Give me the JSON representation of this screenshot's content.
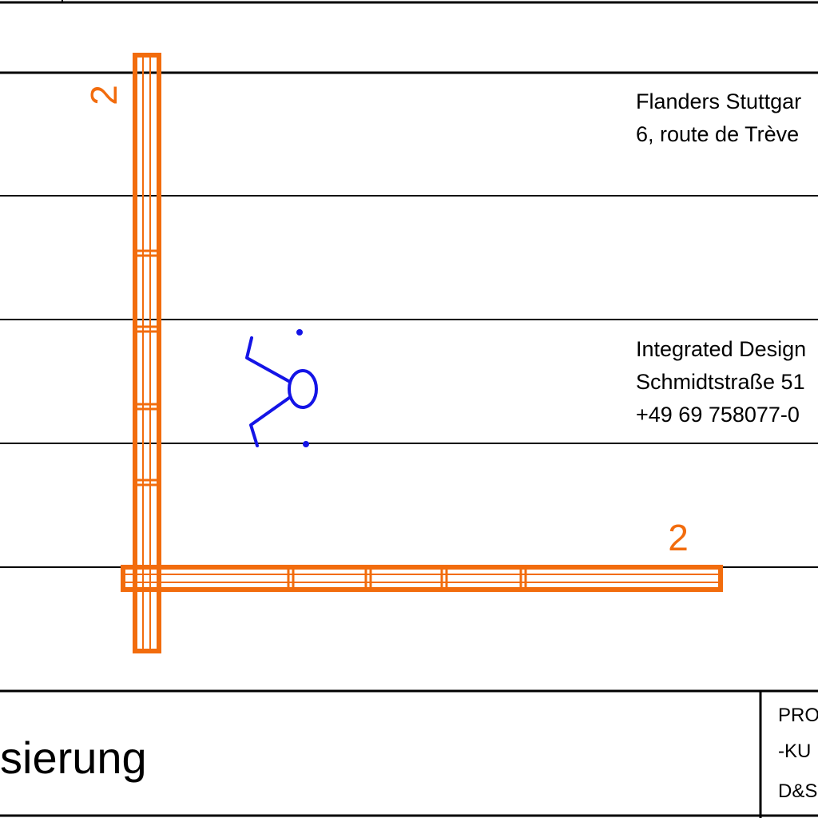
{
  "address_block_1": {
    "line1": "Flanders Stuttgar",
    "line2": "6, route de Trève"
  },
  "address_block_2": {
    "line1": "Integrated Design",
    "line2": "Schmidtstraße 51",
    "line3": "+49 69 758077-0"
  },
  "dimension_labels": {
    "vertical": "2",
    "horizontal": "2"
  },
  "title_block": {
    "title_fragment": "sierung",
    "field_1": "PRO",
    "field_2": "-KU",
    "field_3": "D&S"
  },
  "colors": {
    "line": "#000000",
    "element": "#f26c0d",
    "annotation": "#1414e6"
  }
}
